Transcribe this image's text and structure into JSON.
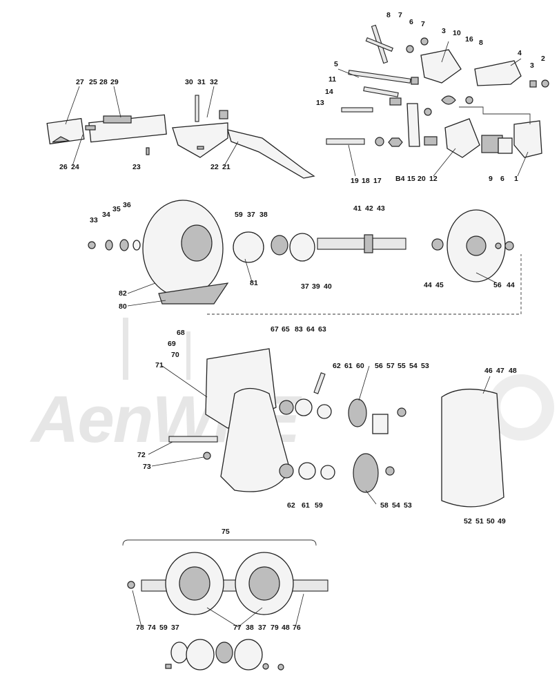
{
  "watermark": {
    "text": "AenWPE"
  },
  "callouts": {
    "brake": [
      "8",
      "7",
      "6",
      "7",
      "3",
      "10",
      "16",
      "8",
      "4",
      "3",
      "2",
      "5",
      "11",
      "14",
      "13",
      "27",
      "25",
      "28",
      "29",
      "30",
      "31",
      "32",
      "26",
      "24",
      "23",
      "22",
      "21",
      "19",
      "18",
      "17",
      "B4",
      "15",
      "20",
      "12",
      "9",
      "6",
      "1"
    ],
    "clutch": [
      "33",
      "34",
      "35",
      "36",
      "59",
      "37",
      "38",
      "41",
      "42",
      "43",
      "82",
      "81",
      "37",
      "39",
      "40",
      "44",
      "45",
      "56",
      "44",
      "80"
    ],
    "chaincase": [
      "68",
      "69",
      "70",
      "71",
      "67",
      "65",
      "83",
      "64",
      "63",
      "62",
      "61",
      "60",
      "56",
      "57",
      "55",
      "54",
      "53",
      "46",
      "47",
      "48",
      "72",
      "73",
      "62",
      "61",
      "59",
      "58",
      "54",
      "53",
      "52",
      "51",
      "50",
      "49"
    ],
    "driveshaft": [
      "75",
      "78",
      "74",
      "59",
      "37",
      "77",
      "38",
      "37",
      "79",
      "48",
      "76"
    ]
  }
}
